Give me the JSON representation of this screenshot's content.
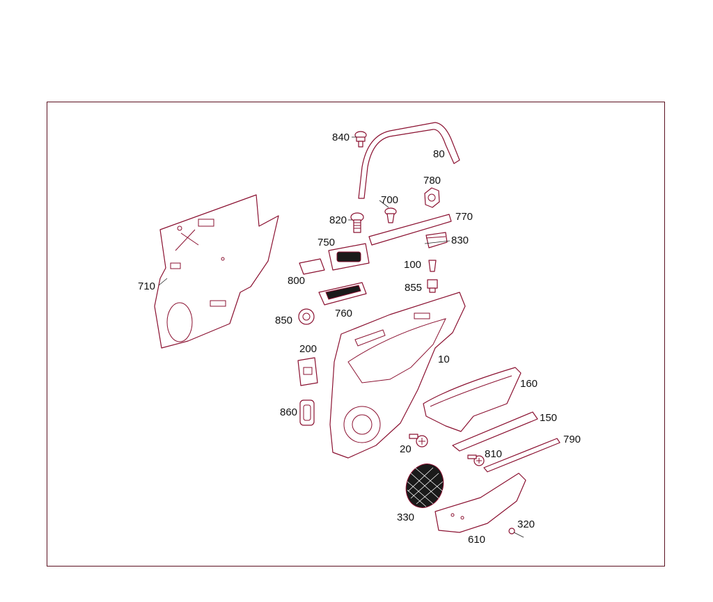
{
  "diagram": {
    "parts": [
      {
        "id": "840",
        "label": "840"
      },
      {
        "id": "80",
        "label": "80"
      },
      {
        "id": "780",
        "label": "780"
      },
      {
        "id": "700",
        "label": "700"
      },
      {
        "id": "820",
        "label": "820"
      },
      {
        "id": "770",
        "label": "770"
      },
      {
        "id": "750",
        "label": "750"
      },
      {
        "id": "830",
        "label": "830"
      },
      {
        "id": "100",
        "label": "100"
      },
      {
        "id": "710",
        "label": "710"
      },
      {
        "id": "800",
        "label": "800"
      },
      {
        "id": "855",
        "label": "855"
      },
      {
        "id": "760",
        "label": "760"
      },
      {
        "id": "850",
        "label": "850"
      },
      {
        "id": "200",
        "label": "200"
      },
      {
        "id": "10",
        "label": "10"
      },
      {
        "id": "160",
        "label": "160"
      },
      {
        "id": "860",
        "label": "860"
      },
      {
        "id": "150",
        "label": "150"
      },
      {
        "id": "790",
        "label": "790"
      },
      {
        "id": "20",
        "label": "20"
      },
      {
        "id": "810",
        "label": "810"
      },
      {
        "id": "330",
        "label": "330"
      },
      {
        "id": "320",
        "label": "320"
      },
      {
        "id": "610",
        "label": "610"
      }
    ],
    "line_color": "#8a1030",
    "frame_color": "#5a0f1f"
  }
}
